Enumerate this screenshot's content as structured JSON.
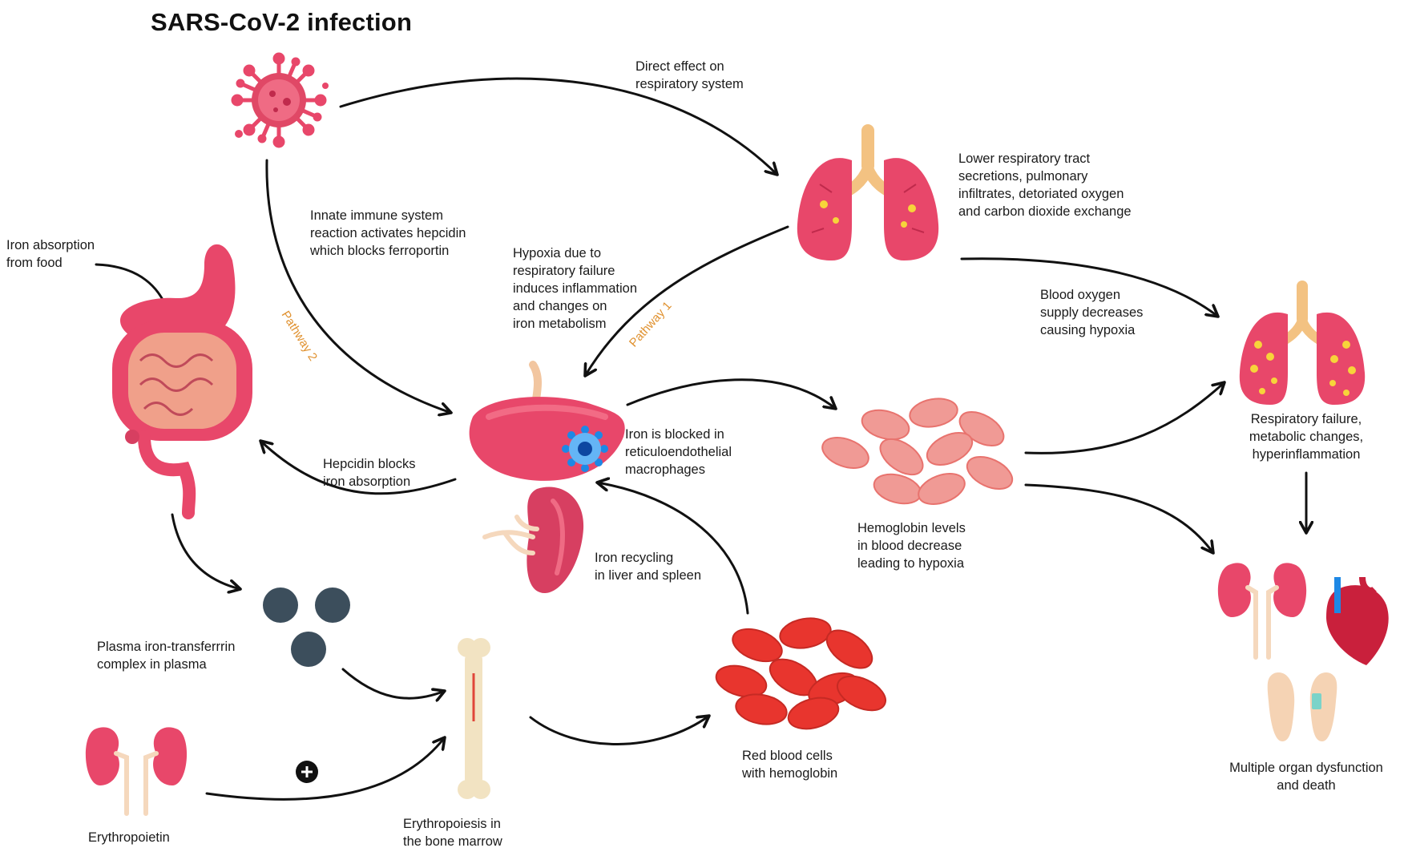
{
  "title": "SARS-CoV-2 infection",
  "labels": {
    "direct_effect": "Direct effect on\nrespiratory system",
    "lower_resp": "Lower respiratory tract\nsecretions, pulmonary\ninfiltrates, detoriated oxygen\nand carbon dioxide exchange",
    "innate_immune": "Innate immune system\nreaction activates hepcidin\nwhich blocks ferroportin",
    "iron_absorption_food": "Iron absorption\nfrom food",
    "hypoxia_resp": "Hypoxia due to\nrespiratory failure\ninduces inflammation\nand changes on\niron metabolism",
    "blood_oxygen": "Blood oxygen\nsupply decreases\ncausing hypoxia",
    "iron_blocked": "Iron is blocked in\nreticuloendothelial\nmacrophages",
    "hepcidin_blocks": "Hepcidin blocks\niron absorption",
    "respiratory_failure": "Respiratory failure,\nmetabolic changes,\nhyperinflammation",
    "hemoglobin_levels": "Hemoglobin levels\nin blood decrease\nleading to hypoxia",
    "iron_recycling": "Iron recycling\nin liver and spleen",
    "plasma_iron": "Plasma iron-transferrrin\ncomplex in plasma",
    "red_blood_cells": "Red blood cells\nwith hemoglobin",
    "multiple_organ": "Multiple organ dysfunction\nand death",
    "erythropoietin": "Erythropoietin",
    "erythropoiesis": "Erythropoiesis in\nthe bone marrow"
  },
  "pathways": {
    "pathway1": "Pathway 1",
    "pathway2": "Pathway 2"
  },
  "plus_sign": "+",
  "colors": {
    "organ_pink": "#e8476a",
    "organ_dark": "#c9345a",
    "organ_light": "#f26b85",
    "stomach_inner": "#f0a08a",
    "airway": "#f3c282",
    "lung_spot": "#f7d43a",
    "rbc_red": "#e8352e",
    "rbc_pale": "#f09a95",
    "iron_ball": "#3c4e5c",
    "bone": "#f2e3c2",
    "pathway_text": "#e0912f",
    "macrophage_blue": "#1e88e5"
  }
}
